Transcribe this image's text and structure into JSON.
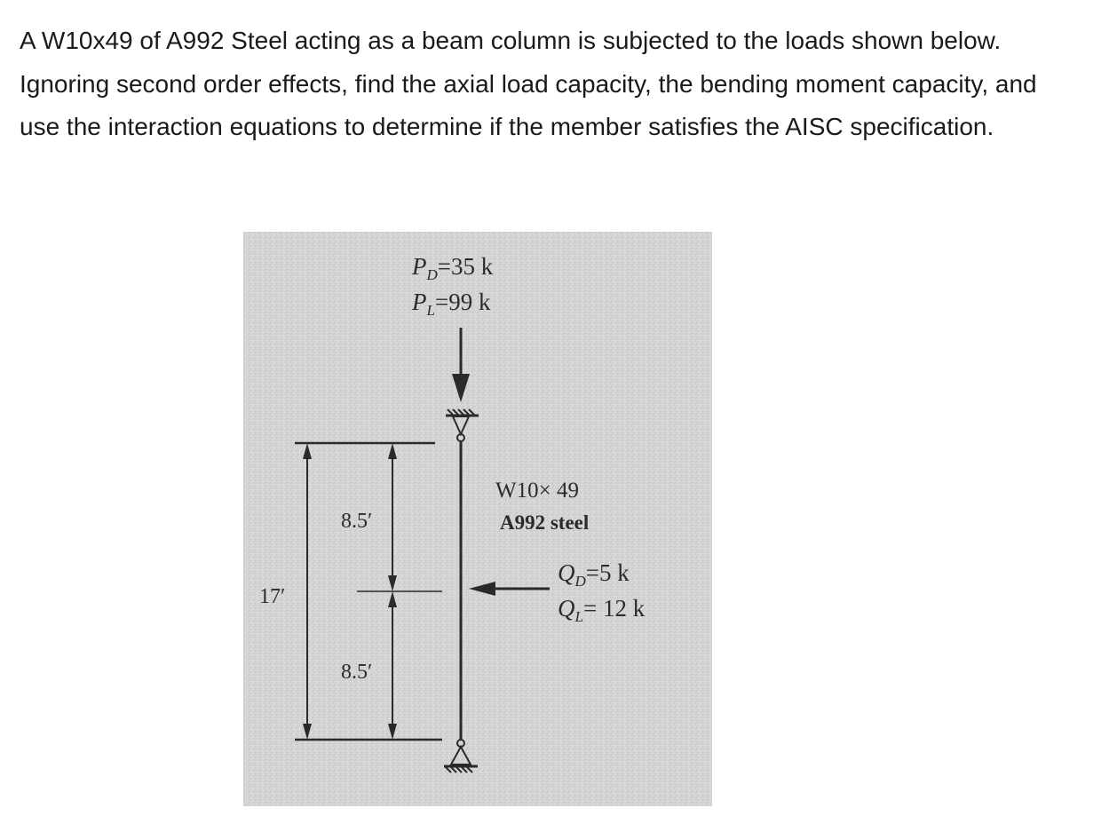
{
  "problem": {
    "text": "A W10x49 of A992 Steel acting as a beam column is subjected to the loads shown below. Ignoring second order effects, find the axial load capacity, the bending moment capacity, and use the interaction equations to determine if the member satisfies the AISC specification."
  },
  "figure": {
    "axial_load": {
      "dead": {
        "symbol": "P",
        "sub": "D",
        "value": "=35 k"
      },
      "live": {
        "symbol": "P",
        "sub": "L",
        "value": "=99 k"
      }
    },
    "lateral_load": {
      "dead": {
        "symbol": "Q",
        "sub": "D",
        "value": "=5 k"
      },
      "live": {
        "symbol": "Q",
        "sub": "L",
        "value": "= 12 k"
      }
    },
    "member": {
      "section": "W10× 49",
      "material": "A992 steel"
    },
    "dimensions": {
      "total": "17′",
      "upper": "8.5′",
      "lower": "8.5′"
    },
    "colors": {
      "background": "#d4d4d4",
      "lines": "#2a2a2a"
    }
  }
}
